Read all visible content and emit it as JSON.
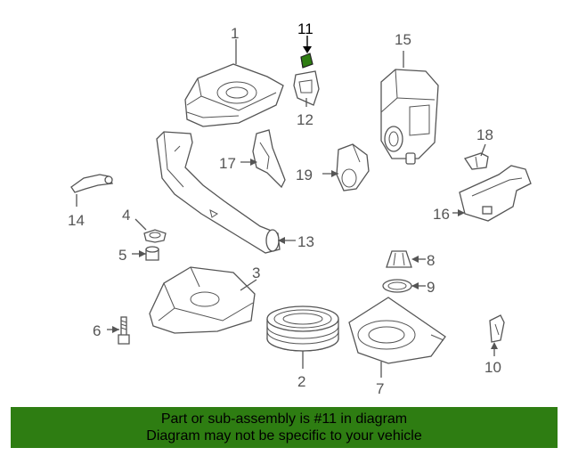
{
  "diagram": {
    "highlighted_part": "11",
    "highlight_color": "#2e7d12",
    "callouts": [
      "1",
      "2",
      "3",
      "4",
      "5",
      "6",
      "7",
      "8",
      "9",
      "10",
      "11",
      "12",
      "13",
      "14",
      "15",
      "16",
      "17",
      "18",
      "19"
    ]
  },
  "banner": {
    "line1": "Part or sub-assembly is #11 in diagram",
    "line2": "Diagram may not be specific to your vehicle",
    "background": "#2e7d12"
  }
}
